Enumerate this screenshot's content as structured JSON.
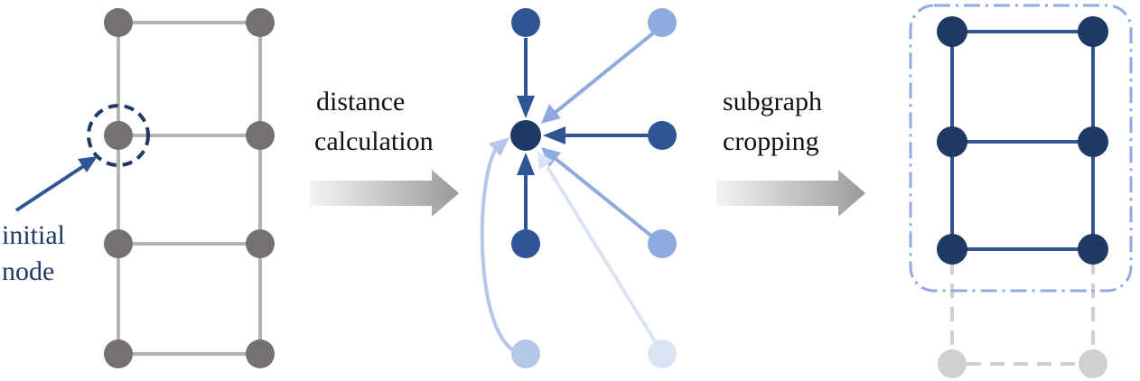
{
  "labels": {
    "initial_line1": "initial",
    "initial_line2": "node",
    "step1_line1": "distance",
    "step1_line2": "calculation",
    "step2_line1": "subgraph",
    "step2_line2": "cropping"
  },
  "colors": {
    "grid_node": "#767171",
    "grid_edge": "#b3b3b3",
    "dark_navy": "#1f3864",
    "mid_blue": "#2f5597",
    "light_blue": "#8faadc",
    "lighter_blue": "#b4c7e7",
    "faint_blue": "#dae3f3",
    "faded_gray": "#d0d0d0",
    "process_arrow": "#9a9a9a"
  },
  "panels": {
    "original_graph": {
      "rows": 4,
      "cols": 2,
      "initial_node": "row-1-col-0"
    },
    "distance_graph": {
      "center": "initial-node",
      "nodes": [
        {
          "id": "top-left",
          "color": "mid_blue"
        },
        {
          "id": "top-right",
          "color": "light_blue"
        },
        {
          "id": "mid-right",
          "color": "mid_blue"
        },
        {
          "id": "lower-left",
          "color": "mid_blue"
        },
        {
          "id": "lower-right",
          "color": "light_blue"
        },
        {
          "id": "bottom-left",
          "color": "lighter_blue"
        },
        {
          "id": "bottom-right",
          "color": "faint_blue"
        }
      ]
    },
    "cropped_graph": {
      "kept_rows": 3,
      "dropped_rows": 1,
      "crop_box": "dash-dot"
    }
  }
}
